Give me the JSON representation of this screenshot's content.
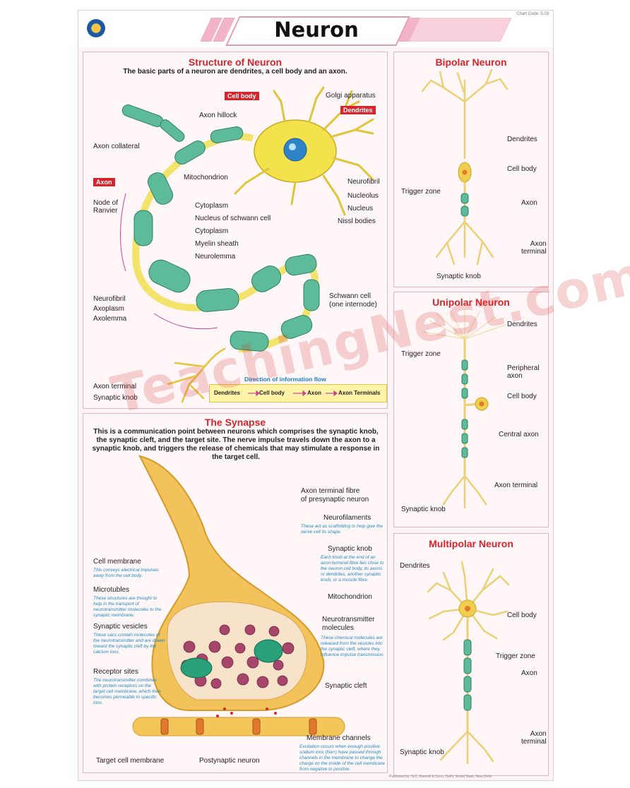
{
  "header": {
    "title": "Neuron",
    "code": "Chart Code: 5.03"
  },
  "structure": {
    "title": "Structure of Neuron",
    "subtitle": "The basic parts of a neuron are dendrites, a cell body and an axon.",
    "tags": {
      "cell_body": "Cell body",
      "dendrites": "Dendrites",
      "axon": "Axon"
    },
    "labels": {
      "golgi": "Golgi apparatus",
      "axon_hillock": "Axon hillock",
      "axon_collateral": "Axon collateral",
      "mitochondrion": "Mitochondrion",
      "neurofibril_r": "Neurofibril",
      "nucleolus": "Nucleolus",
      "nucleus": "Nucleus",
      "nissl": "Nissl bodies",
      "node": "Node of\nRanvier",
      "cytoplasm1": "Cytoplasm",
      "schwann_nucleus": "Nucleus of schwann cell",
      "cytoplasm2": "Cytoplasm",
      "myelin": "Myelin sheath",
      "neurolemma": "Neurolemma",
      "neurofibril_l": "Neurofibril",
      "axoplasm": "Axoplasm",
      "axolemma": "Axolemma",
      "schwann_cell": "Schwann cell\n(one internode)",
      "axon_terminal": "Axon terminal",
      "synaptic_knob": "Synaptic knob"
    },
    "flow": {
      "title": "Direction of information flow",
      "steps": [
        "Dendrites",
        "Cell body",
        "Axon",
        "Axon Terminals"
      ]
    }
  },
  "bipolar": {
    "title": "Bipolar Neuron",
    "labels": {
      "dendrites": "Dendrites",
      "cell_body": "Cell body",
      "trigger": "Trigger zone",
      "axon": "Axon",
      "axon_terminal": "Axon\nterminal",
      "synaptic_knob": "Synaptic knob"
    }
  },
  "unipolar": {
    "title": "Unipolar Neuron",
    "labels": {
      "dendrites": "Dendrites",
      "trigger": "Trigger zone",
      "peripheral": "Peripheral\naxon",
      "cell_body": "Cell body",
      "central": "Central axon",
      "axon_terminal": "Axon terminal",
      "synaptic_knob": "Synaptic knob"
    }
  },
  "multipolar": {
    "title": "Multipolar Neuron",
    "labels": {
      "dendrites": "Dendrites",
      "cell_body": "Cell body",
      "trigger": "Trigger zone",
      "axon": "Axon",
      "axon_terminal": "Axon\nterminal",
      "synaptic_knob": "Synaptic knob"
    }
  },
  "synapse": {
    "title": "The Synapse",
    "intro": "This is a communication point between neurons which comprises the synaptic knob, the synaptic cleft, and the target site. The nerve impulse travels down the axon to a synaptic knob, and triggers the release of chemicals that may stimulate a response in the target cell.",
    "labels": {
      "axon_fibre": "Axon terminal fibre\nof presynaptic neuron",
      "neurofilaments": "Neurofilaments",
      "synaptic_knob": "Synaptic knob",
      "mitochondrion": "Mitochondrion",
      "neurotransmitter": "Neurotransmitter\nmolecules",
      "synaptic_cleft": "Synaptic cleft",
      "membrane_channels": "Membrane channels",
      "cell_membrane": "Cell membrane",
      "microtubles": "Microtubles",
      "vesicles": "Synaptic vesicles",
      "receptor": "Receptor sites",
      "target_membrane": "Target cell membrane",
      "postsynaptic": "Postynaptic neuron"
    },
    "notes": {
      "neurofilaments": "These act as scaffolding to help give the nerve cell its shape.",
      "synaptic_knob": "Each knob at the end of an axon terminal fibre lies close to the neuron cell body, its axons or dendrites, another synaptic knob, or a muscle fibre.",
      "neurotransmitter": "These chemical molecules are released from the vesicles into the synaptic cleft, where they influence impulse transmission.",
      "membrane_channels": "Excitation occurs when enough positive sodium ions (Na+) have passed through channels in the membrane to change the charge on the inside of the cell membrane from negative to positive.",
      "cell_membrane": "This conveys electrical impulses away from the cell body.",
      "microtubles": "These structures are thought to help in the transport of neurotransmitter molecules to the synaptic membrane.",
      "vesicles": "These sacs contain molecules of the neurotransmitter and are drawn toward the synaptic cleft by the calcium ions.",
      "receptor": "The neurotransmitter combines with protein receptors on the target cell membrane, which then becomes permeable to specific ions."
    }
  },
  "watermark": "TeachingNest.com",
  "publisher": "Published by: N.C. Rasvoll & Sons, Delhi, Model Basti, New Delhi"
}
